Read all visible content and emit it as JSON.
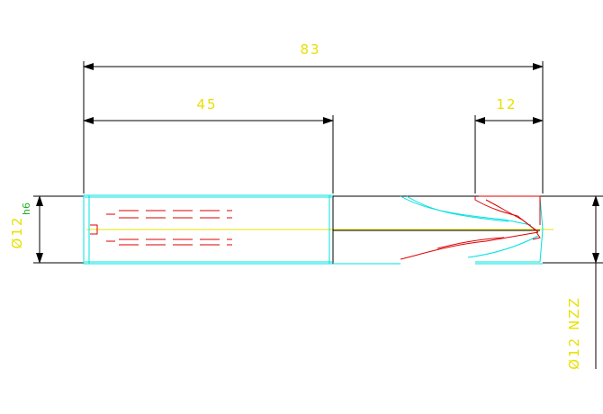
{
  "dimensions": {
    "overall_length": "83",
    "shank_length": "45",
    "cutting_length": "12",
    "shank_diameter": "Ø12",
    "shank_tolerance": "h6",
    "cutting_diameter": "Ø12 NZZ"
  },
  "colors": {
    "dimension_lines": "#000000",
    "dimension_text": "#e8e000",
    "tolerance_text": "#22aa22",
    "outline": "#00e0e0",
    "centerline": "#e8e000",
    "cutting_edge": "#dd0000",
    "background": "#ffffff"
  }
}
